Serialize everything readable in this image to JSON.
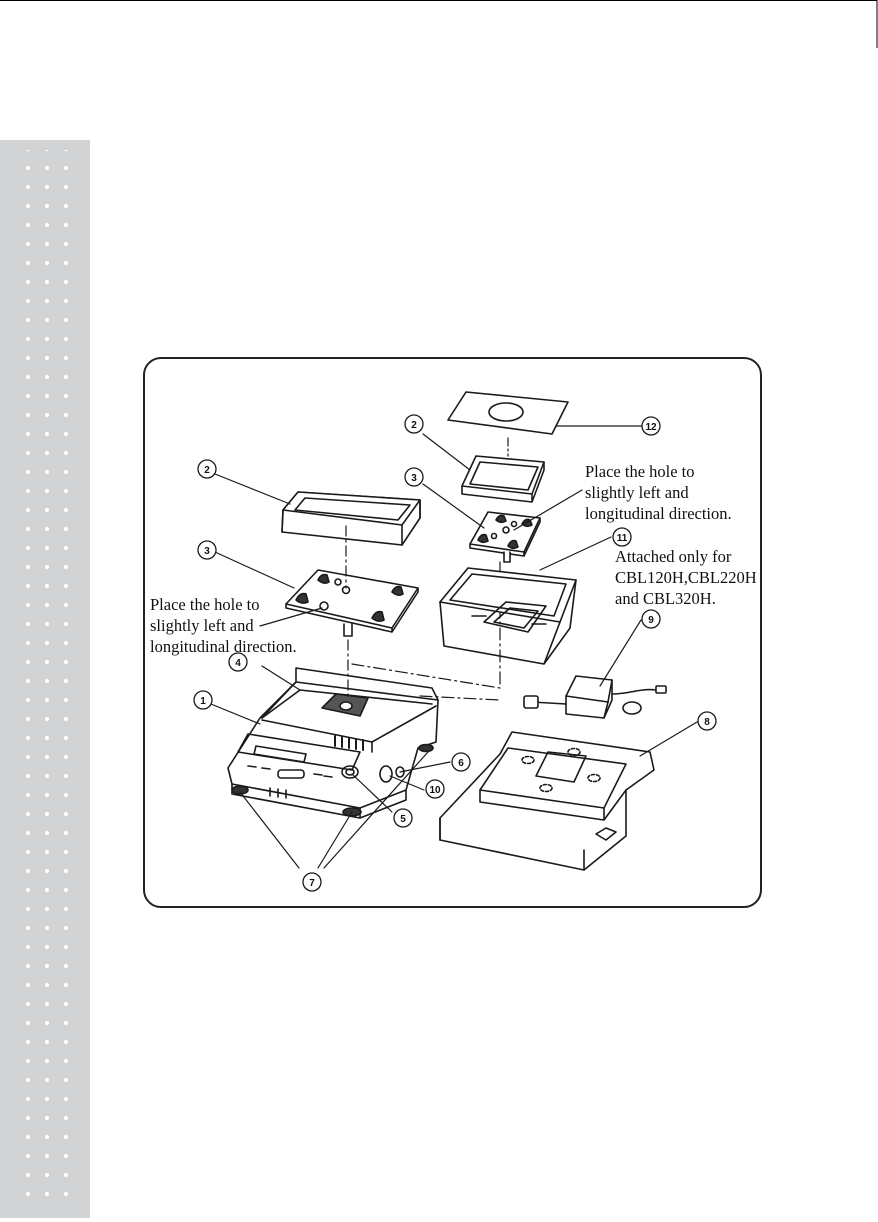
{
  "notes": {
    "left_hole": "Place the hole to\nslightly left and\nlongitudinal direction.",
    "right_hole": "Place the hole to\nslightly left and\nlongitudinal direction.",
    "attached_only": "Attached only for\nCBL120H,CBL220H\nand CBL320H."
  },
  "callouts": {
    "c1": "1",
    "c2a": "2",
    "c2b": "2",
    "c3a": "3",
    "c3b": "3",
    "c4": "4",
    "c5": "5",
    "c6": "6",
    "c7": "7",
    "c8": "8",
    "c9": "9",
    "c10": "10",
    "c11": "11",
    "c12": "12"
  }
}
